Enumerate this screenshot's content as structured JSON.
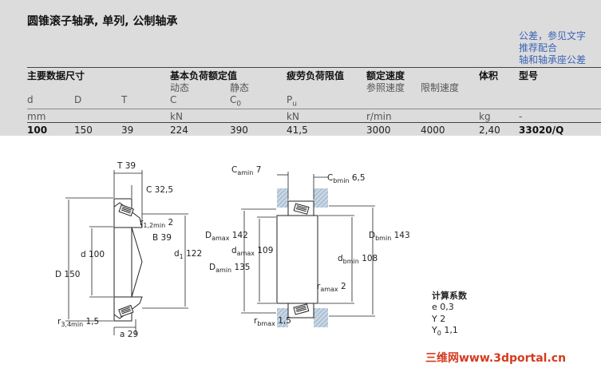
{
  "title": "圆锥滚子轴承, 单列, 公制轴承",
  "links": [
    "公差，参见文字",
    "推荐配合",
    "轴和轴承座公差"
  ],
  "table": {
    "group_headers": {
      "dims": "主要数据尺寸",
      "loads": "基本负荷额定值",
      "fatigue": "疲劳负荷限值",
      "speeds": "额定速度",
      "mass": "体积",
      "designation": "型号"
    },
    "sub_headers": {
      "dynamic": "动态",
      "static": "静态",
      "ref_speed": "参照速度",
      "limit_speed": "限制速度"
    },
    "symbols": {
      "d": "d",
      "D": "D",
      "T": "T",
      "C": "C",
      "C0": "C",
      "C0_sub": "0",
      "Pu": "P",
      "Pu_sub": "u"
    },
    "units": {
      "dims": "mm",
      "loads": "kN",
      "fatigue": "kN",
      "speed": "r/min",
      "mass": "kg",
      "designation": "-"
    },
    "row": {
      "d": "100",
      "D": "150",
      "T": "39",
      "C": "224",
      "C0": "390",
      "Pu": "41,5",
      "ref_speed": "3000",
      "limit_speed": "4000",
      "mass": "2,40",
      "designation": "33020/Q"
    }
  },
  "drawing_left": {
    "T": "T  39",
    "C": "C  32,5",
    "r12": "r",
    "r12_sub": "1,2min",
    "r12_val": "2",
    "B": "B  39",
    "d": "d  100",
    "d1": "d",
    "d1_sub": "1",
    "d1_val": "122",
    "D": "D  150",
    "r34": "r",
    "r34_sub": "3,4min",
    "r34_val": "1,5",
    "a": "a  29"
  },
  "drawing_right": {
    "Ca": "C",
    "Ca_sub": "amin",
    "Ca_val": "7",
    "Cb": "C",
    "Cb_sub": "bmin",
    "Cb_val": "6,5",
    "Damax": "D",
    "Damax_sub": "amax",
    "Damax_val": "142",
    "damax": "d",
    "damax_sub": "amax",
    "damax_val": "109",
    "Damin": "D",
    "Damin_sub": "amin",
    "Damin_val": "135",
    "Dbmin": "D",
    "Dbmin_sub": "bmin",
    "Dbmin_val": "143",
    "dbmin": "d",
    "dbmin_sub": "bmin",
    "dbmin_val": "108",
    "ramax": "r",
    "ramax_sub": "amax",
    "ramax_val": "2",
    "rbmax": "r",
    "rbmax_sub": "bmax",
    "rbmax_val": "1,5"
  },
  "calc": {
    "title": "计算系数",
    "e": "e  0,3",
    "Y": "Y  2",
    "Y0": "Y",
    "Y0_sub": "0",
    "Y0_val": "1,1"
  },
  "watermark": "三维网www.3dportal.cn",
  "colors": {
    "header_bg": "#dcdcdc",
    "link": "#3b63b8",
    "hatch": "#9fb6cc",
    "watermark": "#d43b1e"
  }
}
